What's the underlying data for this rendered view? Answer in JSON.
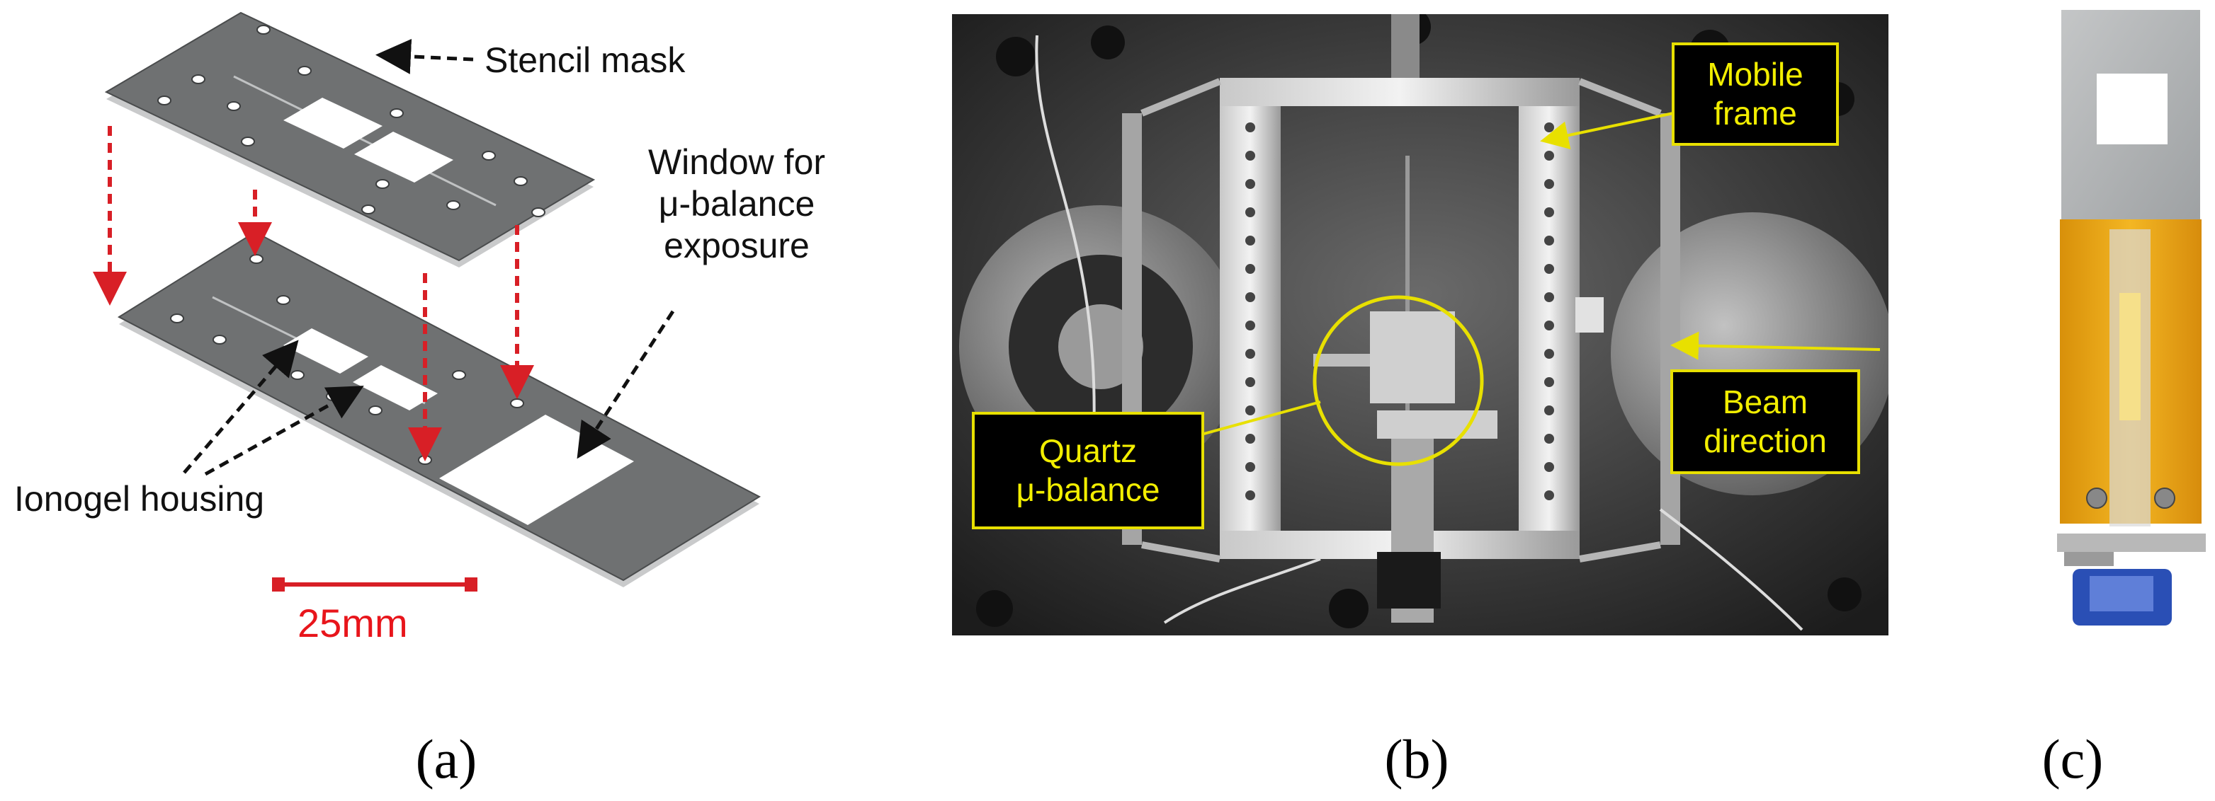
{
  "panel_a": {
    "stencil_mask": "Stencil mask",
    "window_line1": "Window for",
    "window_line2": "μ-balance",
    "window_line3": "exposure",
    "ionogel_housing": "Ionogel housing",
    "scale_bar": "25mm",
    "caption": "(a)"
  },
  "panel_b": {
    "mobile_frame_line1": "Mobile",
    "mobile_frame_line2": "frame",
    "beam_direction_line1": "Beam",
    "beam_direction_line2": "direction",
    "quartz_line1": "Quartz",
    "quartz_line2": "μ-balance",
    "caption": "(b)"
  },
  "panel_c": {
    "caption": "(c)"
  },
  "colors": {
    "annotation_yellow": "#e8e000",
    "dimension_red": "#d81f26",
    "plate_gray": "#6b6d6e"
  }
}
